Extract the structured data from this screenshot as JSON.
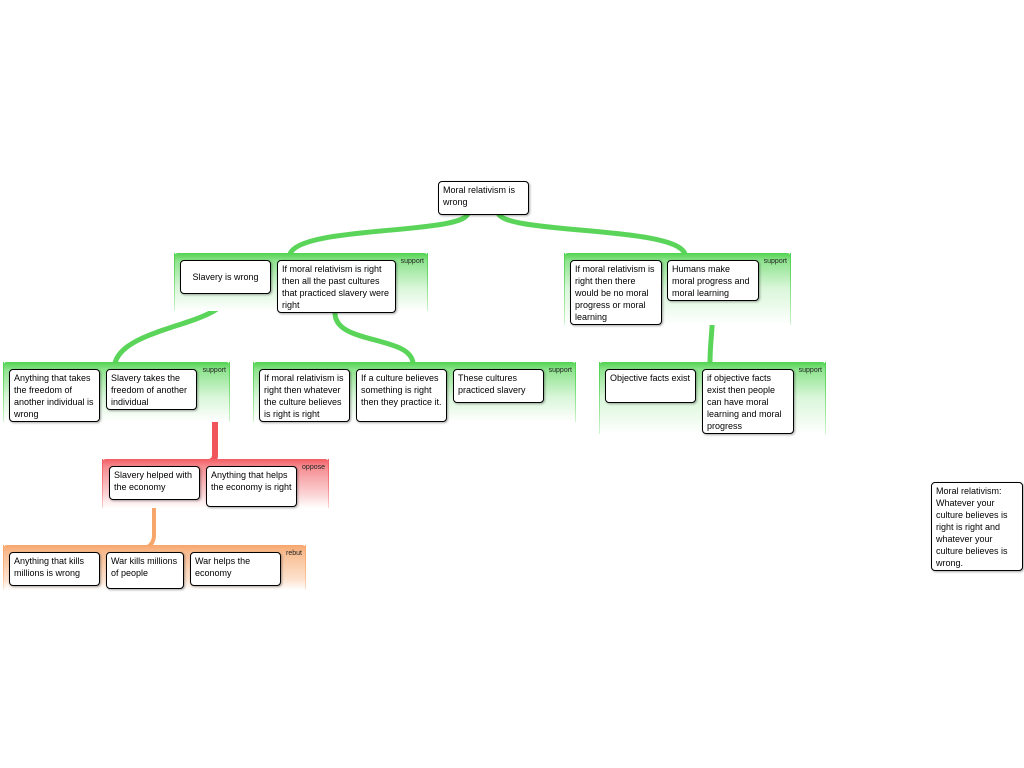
{
  "claim": "Moral relativism is wrong",
  "definition": "Moral relativism: Whatever your culture believes is right is right and whatever your culture believes is wrong.",
  "groups": {
    "g1": {
      "label": "support",
      "kind": "support",
      "premises": [
        "Slavery is wrong",
        "If moral relativism is right then all the past cultures that practiced slavery were right"
      ]
    },
    "g2": {
      "label": "support",
      "kind": "support",
      "premises": [
        "If moral relativism is right then there would be no moral progress or moral learning",
        "Humans make moral progress and moral learning"
      ]
    },
    "g3": {
      "label": "support",
      "kind": "support",
      "premises": [
        "Anything that takes the freedom of another individual is wrong",
        "Slavery takes the freedom of another individual"
      ]
    },
    "g4": {
      "label": "support",
      "kind": "support",
      "premises": [
        "If moral relativism is right then whatever the culture believes is right is right",
        "If a culture believes something is right then they practice it.",
        "These cultures practiced slavery"
      ]
    },
    "g5": {
      "label": "support",
      "kind": "support",
      "premises": [
        "Objective facts exist",
        "if objective facts exist then people can have moral learning and moral progress"
      ]
    },
    "g6": {
      "label": "oppose",
      "kind": "oppose",
      "premises": [
        "Slavery helped with the economy",
        "Anything that helps the economy is right"
      ]
    },
    "g7": {
      "label": "rebut",
      "kind": "rebut",
      "premises": [
        "Anything that kills millions is wrong",
        "War kills millions of people",
        "War helps the economy"
      ]
    }
  },
  "colors": {
    "support": "#5ad55a",
    "oppose": "#f0545a",
    "rebut": "#f7a66b"
  }
}
